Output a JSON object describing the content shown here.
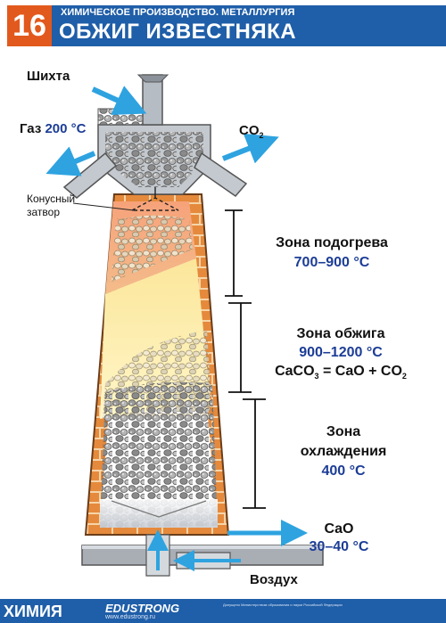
{
  "header": {
    "number": "16",
    "subtitle": "ХИМИЧЕСКОЕ ПРОИЗВОДСТВО. МЕТАЛЛУРГИЯ",
    "title": "ОБЖИГ ИЗВЕСТНЯКА"
  },
  "labels": {
    "charge": "Шихта",
    "gas_label": "Газ",
    "gas_temp": "200 °C",
    "co2": "CO",
    "co2_sub": "2",
    "cone_line1": "Конусный",
    "cone_line2": "затвор",
    "cao": "CaO",
    "cao_temp": "30–40 °C",
    "air": "Воздух"
  },
  "zones": {
    "preheat": {
      "name": "Зона подогрева",
      "temp": "700–900 °C"
    },
    "firing": {
      "name": "Зона обжига",
      "temp": "900–1200 °C",
      "eq_lhs": "CaCO",
      "eq_lhs_sub": "3",
      "eq_rhs1": " = CaO + CO",
      "eq_rhs_sub": "2"
    },
    "cooling": {
      "name_line1": "Зона",
      "name_line2": "охлаждения",
      "temp": "400 °C"
    }
  },
  "footer": {
    "brand": "ХИМИЯ",
    "publisher": "EDUSTRONG",
    "url": "www.edustrong.ru",
    "note": "Допущено Министерством образования и науки Российской Федерации"
  },
  "colors": {
    "brick": "#e58a3c",
    "mortar": "#f6d4a8",
    "header_blue": "#1f5ea8",
    "accent_orange": "#e2591d",
    "text_blue": "#1c3d96",
    "arrow_blue": "#2ea3e0"
  }
}
